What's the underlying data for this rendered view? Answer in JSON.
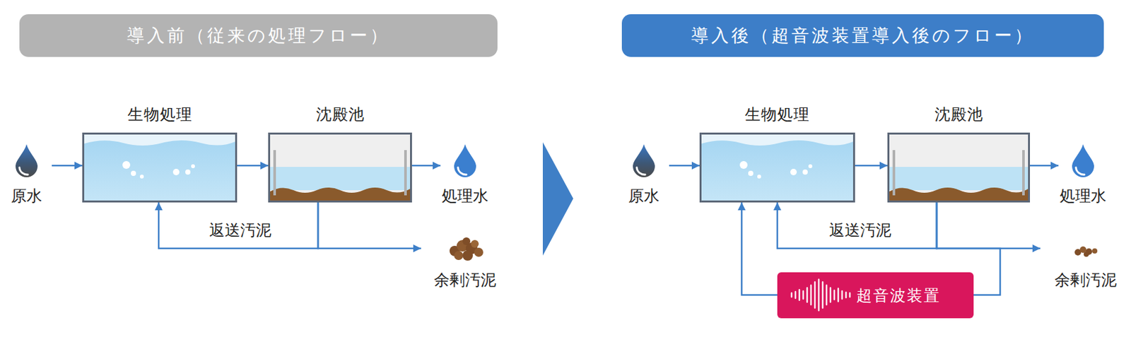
{
  "diagram": {
    "nodes": [
      {
        "text": [
          "導入前（従来の処理フロー）"
        ]
      },
      {
        "text": [
          "原水"
        ]
      },
      {
        "text": [
          "生物処理"
        ]
      },
      {
        "text": [
          "沈殿池"
        ]
      },
      {
        "text": [
          "処理水"
        ]
      },
      {
        "text": [
          "余剰汚泥"
        ]
      },
      {
        "text": [
          "導入後（超音波装置導入後のフロー）"
        ]
      },
      {
        "text": [
          "原水"
        ]
      },
      {
        "text": [
          "生物処理"
        ]
      },
      {
        "text": [
          "沈殿池"
        ]
      },
      {
        "text": [
          "処理水"
        ]
      },
      {
        "text": [
          "余剰汚泥"
        ]
      },
      {
        "text": [
          "超音波装置"
        ]
      }
    ],
    "edges": [
      {
        "from": 1,
        "to": 2,
        "arrow": "to"
      },
      {
        "from": 2,
        "to": 3,
        "arrow": "to"
      },
      {
        "from": 3,
        "to": 4,
        "arrow": "to"
      },
      {
        "from": 3,
        "to": 2,
        "label": "返送汚泥",
        "arrow": "to"
      },
      {
        "from": 3,
        "to": 5,
        "arrow": "to"
      },
      {
        "from": 7,
        "to": 8,
        "arrow": "to"
      },
      {
        "from": 8,
        "to": 9,
        "arrow": "to"
      },
      {
        "from": 9,
        "to": 10,
        "arrow": "to"
      },
      {
        "from": 9,
        "to": 8,
        "label": "返送汚泥",
        "arrow": "to"
      },
      {
        "from": 9,
        "to": 11,
        "arrow": "to"
      },
      {
        "from": 9,
        "to": 12,
        "arrow": "none"
      },
      {
        "from": 12,
        "to": 8,
        "arrow": "to"
      }
    ]
  }
}
